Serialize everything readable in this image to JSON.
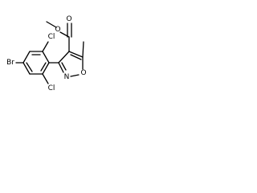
{
  "molecule": {
    "atoms": {
      "ester_carbonyl_oxygen": "O",
      "ester_single_oxygen": "O",
      "isoxazole_oxygen": "O",
      "isoxazole_nitrogen": "N",
      "chlorine_top": "Cl",
      "chlorine_bottom": "Cl",
      "bromine": "Br"
    }
  }
}
